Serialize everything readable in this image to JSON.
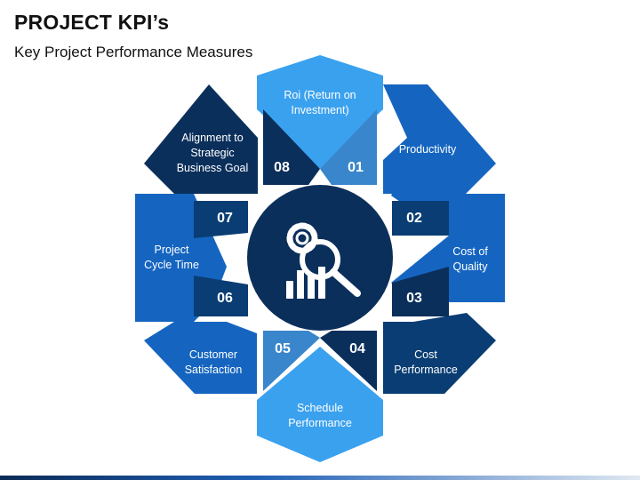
{
  "header": {
    "title": "PROJECT KPI’s",
    "subtitle": "Key Project Performance Measures"
  },
  "kpis": [
    {
      "number": "01",
      "label": "Productivity"
    },
    {
      "number": "02",
      "label": "Cost of Quality"
    },
    {
      "number": "03",
      "label": "Cost Performance"
    },
    {
      "number": "04",
      "label": "Schedule Performance"
    },
    {
      "number": "05",
      "label": "Customer Satisfaction"
    },
    {
      "number": "06",
      "label": "Project Cycle Time"
    },
    {
      "number": "07",
      "label": "Alignment to Strategic Business Goal"
    },
    {
      "number": "08",
      "label": "Roi (Return on Investment)"
    }
  ],
  "center_icon": "gear-magnifier-chart-icon",
  "colors": {
    "light_blue": "#3aa1ef",
    "mid_blue": "#1565c0",
    "dark_blue": "#0a3d73",
    "navy": "#0b2f5b",
    "center": "#0b2f5b",
    "text": "#111111"
  }
}
